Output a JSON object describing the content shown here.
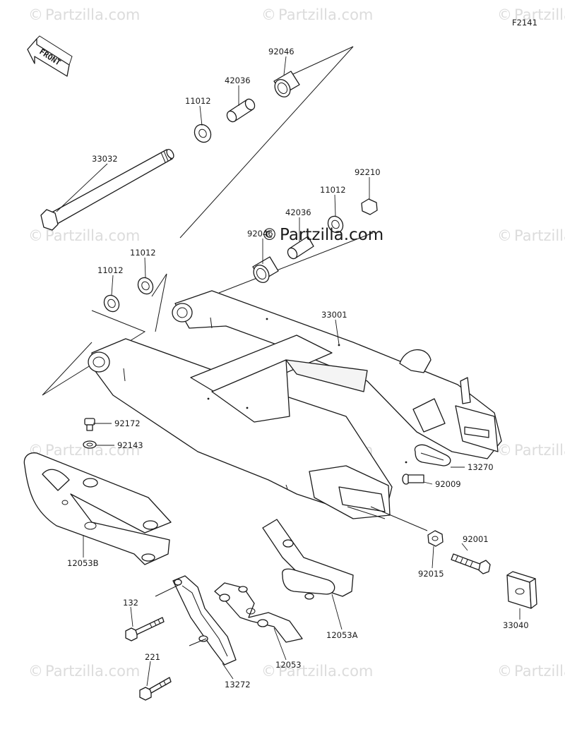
{
  "figure_code": "F2141",
  "front_label": "FRONT",
  "watermark_text": "Partzilla.com",
  "center_watermark_text": "Partzilla.com",
  "parts": [
    {
      "id": "p92046a",
      "label": "92046"
    },
    {
      "id": "p42036a",
      "label": "42036"
    },
    {
      "id": "p11012a",
      "label": "11012"
    },
    {
      "id": "p33032",
      "label": "33032"
    },
    {
      "id": "p92210",
      "label": "92210"
    },
    {
      "id": "p11012b",
      "label": "11012"
    },
    {
      "id": "p42036b",
      "label": "42036"
    },
    {
      "id": "p92046b",
      "label": "92046"
    },
    {
      "id": "p11012c",
      "label": "11012"
    },
    {
      "id": "p11012d",
      "label": "11012"
    },
    {
      "id": "p33001",
      "label": "33001"
    },
    {
      "id": "p92172",
      "label": "92172"
    },
    {
      "id": "p92143",
      "label": "92143"
    },
    {
      "id": "p13270",
      "label": "13270"
    },
    {
      "id": "p92009",
      "label": "92009"
    },
    {
      "id": "p12053B",
      "label": "12053B"
    },
    {
      "id": "p92001",
      "label": "92001"
    },
    {
      "id": "p92015",
      "label": "92015"
    },
    {
      "id": "p33040",
      "label": "33040"
    },
    {
      "id": "p132",
      "label": "132"
    },
    {
      "id": "p12053A",
      "label": "12053A"
    },
    {
      "id": "p12053",
      "label": "12053"
    },
    {
      "id": "p221",
      "label": "221"
    },
    {
      "id": "p13272",
      "label": "13272"
    }
  ],
  "colors": {
    "line": "#1a1a1a",
    "watermark": "#dcdcdc",
    "background": "#ffffff"
  }
}
